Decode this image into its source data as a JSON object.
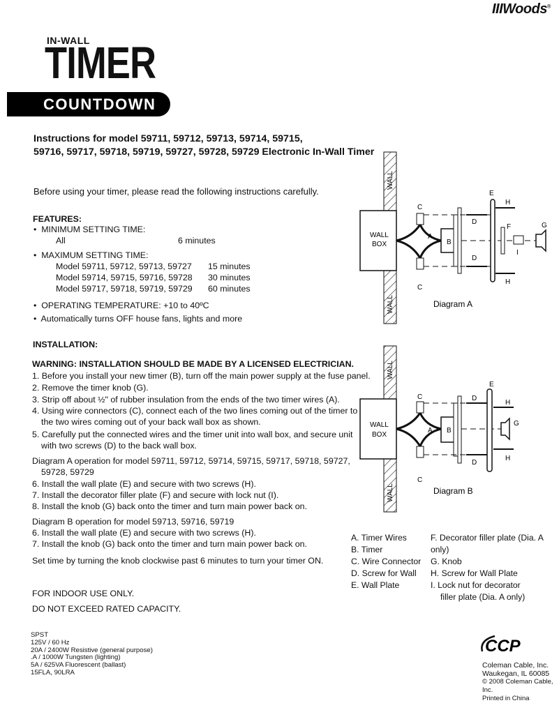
{
  "brand": "IIIWoods",
  "brand_reg": "®",
  "header": {
    "inwall": "IN-WALL",
    "timer": "TIMER",
    "countdown": "COUNTDOWN"
  },
  "models_line1": "Instructions for model 59711, 59712, 59713, 59714, 59715,",
  "models_line2": "59716, 59717, 59718, 59719, 59727, 59728, 59729 Electronic In-Wall Timer",
  "intro": "Before using your timer, please read the following instructions carefully.",
  "features": {
    "heading": "FEATURES:",
    "min_label": "MINIMUM SETTING TIME:",
    "min_all": "All",
    "min_value": "6 minutes",
    "max_label": "MAXIMUM SETTING TIME:",
    "max_rows": [
      {
        "models": "Model 59711, 59712, 59713, 59727",
        "time": "15 minutes"
      },
      {
        "models": "Model 59714, 59715, 59716, 59728",
        "time": "30 minutes"
      },
      {
        "models": "Model 59717, 59718, 59719, 59729",
        "time": "60 minutes"
      }
    ],
    "temp": "OPERATING TEMPERATURE: +10 to 40ºC",
    "auto": "Automatically turns OFF house fans, lights and more"
  },
  "installation": {
    "heading": "INSTALLATION:",
    "warning": "WARNING: INSTALLATION SHOULD BE MADE BY A LICENSED ELECTRICIAN.",
    "steps": [
      "1. Before you install your new timer (B), turn off the main power supply at the fuse panel.",
      "2. Remove the timer knob (G).",
      "3. Strip off about ½\" of rubber insulation from the ends of the two timer wires (A).",
      "4. Using wire connectors (C), connect each of the two lines coming out of the timer to",
      "the two wires coming out of your back wall box as shown.",
      "5. Carefully put the connected wires and the timer unit into wall box, and secure unit",
      "with two screws (D) to the back wall box."
    ],
    "diagA_op": "Diagram A operation for model 59711, 59712, 59714, 59715, 59717, 59718, 59727,",
    "diagA_op2": "59728, 59729",
    "diagA_steps": [
      "6. Install the wall plate (E) and secure with two screws (H).",
      "7. Install the decorator filler plate (F) and secure with lock nut (I).",
      "8. Install the knob (G) back onto the timer and turn main power back on."
    ],
    "diagB_op": "Diagram B operation for model 59713, 59716, 59719",
    "diagB_steps": [
      "6. Install the wall plate (E) and secure with two screws (H).",
      "7. Install the knob (G) back onto the timer and turn main power back on."
    ],
    "set_time": "Set time by turning the knob clockwise past 6 minutes to turn your timer ON.",
    "indoor": "FOR INDOOR USE ONLY.",
    "capacity": "DO NOT EXCEED RATED CAPACITY."
  },
  "specs": [
    "SPST",
    "125V / 60 Hz",
    "20A / 2400W Resistive (general purpose)",
    ".A / 1000W Tungsten (lighting)",
    "5A / 625VA Fluorescent (ballast)",
    "15FLA, 90LRA"
  ],
  "diagram_a": {
    "caption": "Diagram A",
    "wall": "WALL",
    "box_line1": "WALL",
    "box_line2": "BOX",
    "labels": {
      "A": "A",
      "B": "B",
      "C": "C",
      "D": "D",
      "E": "E",
      "F": "F",
      "G": "G",
      "H": "H",
      "I": "I"
    }
  },
  "diagram_b": {
    "caption": "Diagram B",
    "wall": "WALL",
    "box_line1": "WALL",
    "box_line2": "BOX",
    "labels": {
      "A": "A",
      "B": "B",
      "C": "C",
      "D": "D",
      "E": "E",
      "G": "G",
      "H": "H"
    }
  },
  "legend_left": [
    "A. Timer Wires",
    "B. Timer",
    "C. Wire Connector",
    "D. Screw for Wall",
    "E. Wall Plate"
  ],
  "legend_right": [
    "F. Decorator filler plate (Dia. A only)",
    "G. Knob",
    "H. Screw for Wall Plate",
    "I.  Lock nut for decorator",
    "filler plate (Dia. A only)"
  ],
  "ccp_logo": "CCP",
  "coleman": [
    "Coleman Cable, Inc.",
    "Waukegan, IL 60085",
    "© 2008 Coleman Cable, Inc.",
    "Printed in China"
  ]
}
